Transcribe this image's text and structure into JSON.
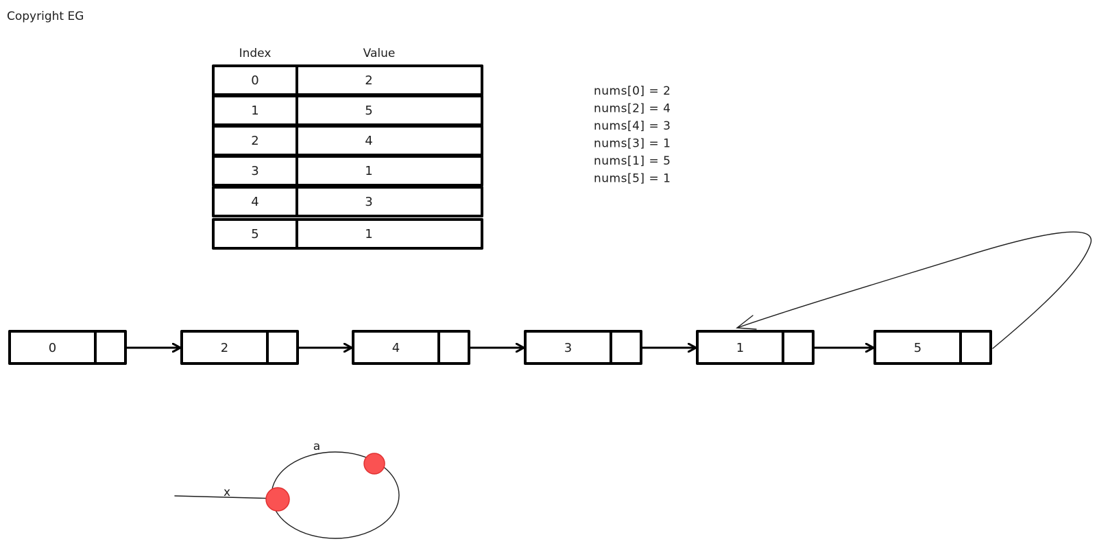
{
  "copyright": "Copyright EG",
  "table": {
    "index_header": "Index",
    "value_header": "Value",
    "rows": [
      {
        "index": "0",
        "value": "2"
      },
      {
        "index": "1",
        "value": "5"
      },
      {
        "index": "2",
        "value": "4"
      },
      {
        "index": "3",
        "value": "1"
      },
      {
        "index": "4",
        "value": "3"
      },
      {
        "index": "5",
        "value": "1"
      }
    ]
  },
  "equations": [
    "nums[0] = 2",
    "nums[2] = 4",
    "nums[4] = 3",
    "nums[3] = 1",
    "nums[1] = 5",
    "nums[5] = 1"
  ],
  "linked_list": {
    "nodes": [
      "0",
      "2",
      "4",
      "3",
      "1",
      "5"
    ]
  },
  "cycle": {
    "a_label": "a",
    "x_label": "x",
    "dot_color": "#fa5252"
  }
}
